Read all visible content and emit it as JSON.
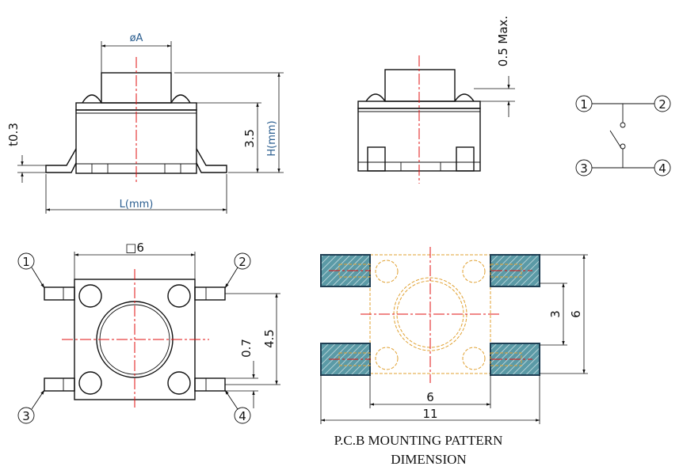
{
  "side_view": {
    "diameter_label": "øA",
    "height_35": "3.5",
    "height_h": "H(mm)",
    "thickness": "t0.3",
    "length_label": "L(mm)"
  },
  "front_view": {
    "max_label": "0.5 Max."
  },
  "schematic": {
    "pins": [
      "1",
      "2",
      "3",
      "4"
    ]
  },
  "top_view": {
    "width": "□6",
    "pitch_45": "4.5",
    "lead_07": "0.7",
    "pins": [
      "1",
      "2",
      "3",
      "4"
    ]
  },
  "pcb_pattern": {
    "dim_3": "3",
    "dim_6v": "6",
    "dim_6h": "6",
    "dim_11": "11",
    "caption_line1": "P.C.B MOUNTING PATTERN",
    "caption_line2": "DIMENSION"
  },
  "colors": {
    "accent_text": "#2a5d8f",
    "center_line": "#e01010",
    "pad_fill": "#5b9aa6",
    "hidden_outline": "#e0a030"
  }
}
